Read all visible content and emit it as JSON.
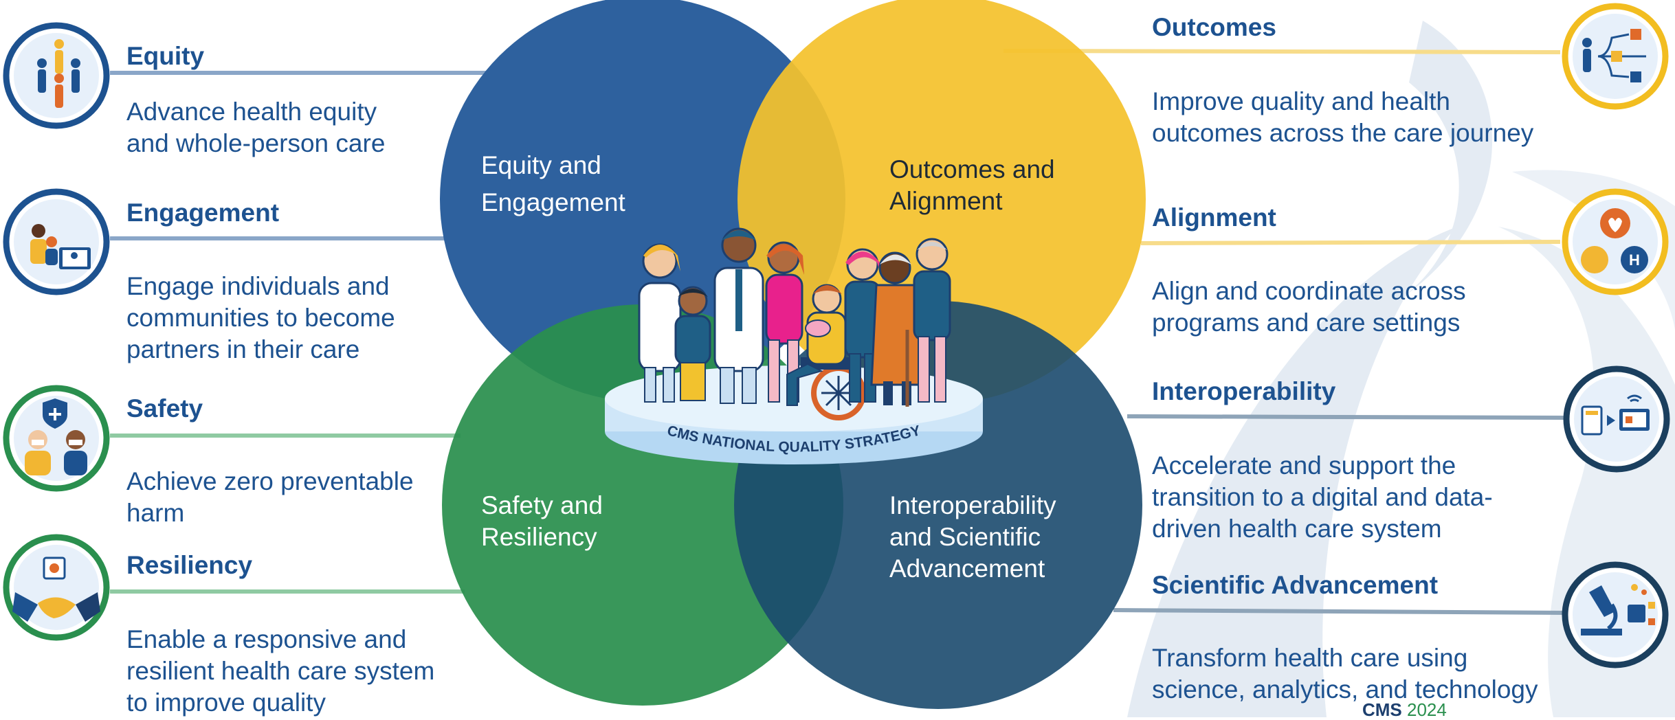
{
  "circles": {
    "equity_engagement": {
      "lines": [
        "Equity  and",
        "Engagement"
      ],
      "color": "#2e619e"
    },
    "outcomes_alignment": {
      "lines": [
        "Outcomes and",
        "Alignment"
      ],
      "color": "#f4c22d"
    },
    "safety_resiliency": {
      "lines": [
        "Safety and",
        "Resiliency"
      ],
      "color": "#2a8f4e"
    },
    "interop_science": {
      "lines": [
        "Interoperability",
        "and Scientific",
        "Advancement"
      ],
      "color": "#1b4a6e"
    }
  },
  "platform_label": "CMS NATIONAL QUALITY STRATEGY",
  "left_items": [
    {
      "title": "Equity",
      "lines": [
        "Advance health equity",
        "and whole-person care"
      ],
      "icon": "people-icon"
    },
    {
      "title": "Engagement",
      "lines": [
        "Engage individuals and",
        "communities to become",
        "partners in their care"
      ],
      "icon": "telehealth-icon"
    },
    {
      "title": "Safety",
      "lines": [
        "Achieve zero preventable",
        "harm"
      ],
      "icon": "masked-workers-icon"
    },
    {
      "title": "Resiliency",
      "lines": [
        "Enable a responsive and",
        "resilient health care system",
        "to improve quality"
      ],
      "icon": "handshake-icon"
    }
  ],
  "right_items": [
    {
      "title": "Outcomes",
      "lines": [
        "Improve quality and health",
        "outcomes across the care journey"
      ],
      "icon": "care-pathway-icon"
    },
    {
      "title": "Alignment",
      "lines": [
        "Align and coordinate across",
        "programs and care settings"
      ],
      "icon": "heart-hospital-icon"
    },
    {
      "title": "Interoperability",
      "lines": [
        "Accelerate and support the",
        "transition to a digital and data-",
        "driven health care system"
      ],
      "icon": "devices-wifi-icon"
    },
    {
      "title": "Scientific Advancement",
      "lines": [
        "Transform health care using",
        "science, analytics, and technology"
      ],
      "icon": "microscope-icon"
    }
  ],
  "footer": {
    "brand": "CMS",
    "year": "2024"
  },
  "colors": {
    "blue_text": "#1d5290",
    "blue_ring": "#1d5290",
    "yellow_ring": "#f2bd20",
    "green_ring": "#2a8f4e",
    "navy_ring": "#1b3f5e"
  }
}
